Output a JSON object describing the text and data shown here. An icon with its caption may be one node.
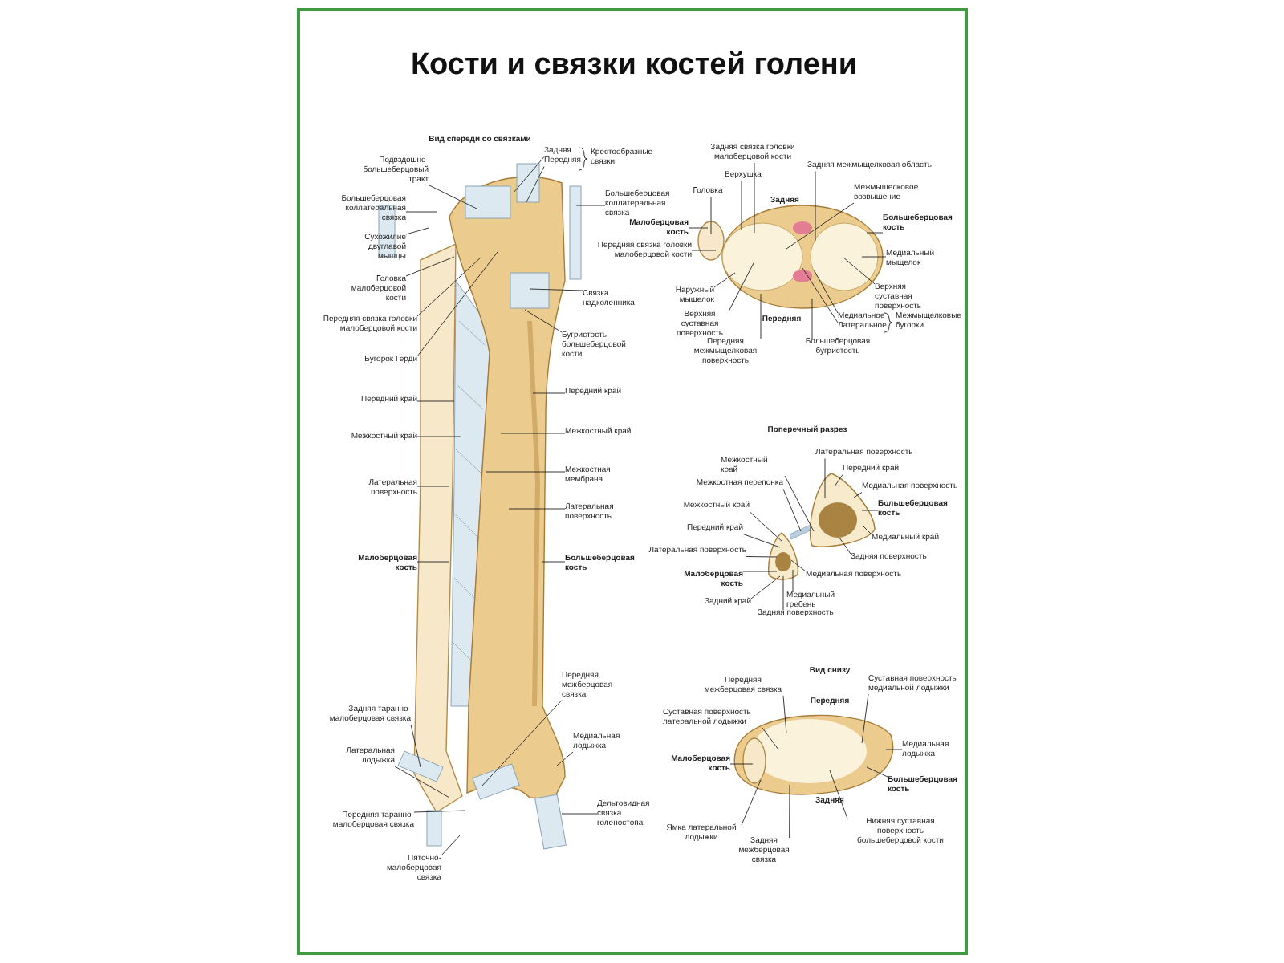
{
  "diagram": {
    "title": "Кости и связки костей голени",
    "nodes": [
      {
        "text": [
          "Подвздошно-большеберцовый тракт"
        ]
      },
      {
        "text": [
          "Большеберцовая коллатеральная связка"
        ]
      },
      {
        "text": [
          "Сухожилие двуглавой мышцы"
        ]
      },
      {
        "text": [
          "Головка малоберцовой кости"
        ]
      },
      {
        "text": [
          "Передняя связка головки малоберцовой кости"
        ]
      },
      {
        "text": [
          "Бугорок Герди"
        ]
      },
      {
        "text": [
          "Передний край"
        ]
      },
      {
        "text": [
          "Межкостный край"
        ]
      },
      {
        "text": [
          "Латеральная поверхность"
        ]
      },
      {
        "text": [
          "Малоберцовая кость"
        ]
      },
      {
        "text": [
          "Задняя таранно-малоберцовая связка"
        ]
      },
      {
        "text": [
          "Латеральная лодыжка"
        ]
      },
      {
        "text": [
          "Передняя таранно-малоберцовая связка"
        ]
      },
      {
        "text": [
          "Пяточно-малоберцовая связка"
        ]
      },
      {
        "text": [
          "Задняя"
        ]
      },
      {
        "text": [
          "Передняя"
        ]
      },
      {
        "text": [
          "Большеберцовая коллатеральная связка"
        ]
      },
      {
        "text": [
          "Связка надколенника"
        ]
      },
      {
        "text": [
          "Бугристость большеберцовой кости"
        ]
      },
      {
        "text": [
          "Передний край"
        ]
      },
      {
        "text": [
          "Межкостный край"
        ]
      },
      {
        "text": [
          "Межкостная мембрана"
        ]
      },
      {
        "text": [
          "Латеральная поверхность"
        ]
      },
      {
        "text": [
          "Большеберцовая кость"
        ]
      },
      {
        "text": [
          "Передняя межберцовая связка"
        ]
      },
      {
        "text": [
          "Медиальная лодыжка"
        ]
      },
      {
        "text": [
          "Дельтовидная связка голеностопа"
        ]
      },
      {
        "text": [
          "Задняя связка головки малоберцовой кости"
        ]
      },
      {
        "text": [
          "Верхушка"
        ]
      },
      {
        "text": [
          "Задняя межмыщелковая область"
        ]
      },
      {
        "text": [
          "Головка"
        ]
      },
      {
        "text": [
          "Межмыщелковое возвышение"
        ]
      },
      {
        "text": [
          "Малоберцовая кость"
        ]
      },
      {
        "text": [
          "Большеберцовая кость"
        ]
      },
      {
        "text": [
          "Передняя связка головки малоберцовой кости"
        ]
      },
      {
        "text": [
          "Медиальный мыщелок"
        ]
      },
      {
        "text": [
          "Наружный мыщелок"
        ]
      },
      {
        "text": [
          "Верхняя суставная поверхность"
        ]
      },
      {
        "text": [
          "Верхняя суставная поверхность"
        ]
      },
      {
        "text": [
          "Медиальное"
        ]
      },
      {
        "text": [
          "Латеральное"
        ]
      },
      {
        "text": [
          "Передняя межмыщелковая поверхность"
        ]
      },
      {
        "text": [
          "Большеберцовая бугристость"
        ]
      },
      {
        "text": [
          "Латеральная поверхность"
        ]
      },
      {
        "text": [
          "Межкостный край"
        ]
      },
      {
        "text": [
          "Передний край"
        ]
      },
      {
        "text": [
          "Межкостная перепонка"
        ]
      },
      {
        "text": [
          "Медиальная поверхность"
        ]
      },
      {
        "text": [
          "Межкостный край"
        ]
      },
      {
        "text": [
          "Большеберцовая кость"
        ]
      },
      {
        "text": [
          "Передний край"
        ]
      },
      {
        "text": [
          "Медиальный край"
        ]
      },
      {
        "text": [
          "Латеральная поверхность"
        ]
      },
      {
        "text": [
          "Задняя поверхность"
        ]
      },
      {
        "text": [
          "Малоберцовая кость"
        ]
      },
      {
        "text": [
          "Медиальная поверхность"
        ]
      },
      {
        "text": [
          "Задний край"
        ]
      },
      {
        "text": [
          "Медиальный гребень"
        ]
      },
      {
        "text": [
          "Задняя поверхность"
        ]
      },
      {
        "text": [
          "Передняя межберцовая связка"
        ]
      },
      {
        "text": [
          "Суставная поверхность медиальной лодыжки"
        ]
      },
      {
        "text": [
          "Суставная поверхность латеральной лодыжки"
        ]
      },
      {
        "text": [
          "Медиальная лодыжка"
        ]
      },
      {
        "text": [
          "Малоберцовая кость"
        ]
      },
      {
        "text": [
          "Большеберцовая кость"
        ]
      },
      {
        "text": [
          "Ямка латеральной лодыжки"
        ]
      },
      {
        "text": [
          "Нижняя суставная поверхность большеберцовой кости"
        ]
      },
      {
        "text": [
          "Задняя межберцовая связка"
        ]
      },
      {
        "text": [],
        "shape": "box"
      },
      {
        "text": [],
        "shape": "circle"
      },
      {
        "text": [],
        "shape": "picture",
        "beside": [
          "Задняя",
          "Передняя"
        ]
      },
      {
        "text": [],
        "shape": "picture"
      },
      {
        "text": [],
        "shape": "picture"
      },
      {
        "text": [],
        "shape": "circle",
        "in": 75
      },
      {
        "text": [],
        "shape": "bar"
      },
      {
        "text": [],
        "shape": "picture",
        "beside": [
          "Передняя",
          "Задняя"
        ]
      }
    ],
    "edges": [
      {
        "from": 0,
        "to": null,
        "arrow": "none"
      },
      {
        "from": 1,
        "to": null,
        "arrow": "none"
      },
      {
        "from": 2,
        "to": null,
        "arrow": "none"
      },
      {
        "from": 3,
        "to": null,
        "arrow": "none"
      },
      {
        "from": 4,
        "to": null,
        "arrow": "none"
      },
      {
        "from": 5,
        "to": null,
        "arrow": "none"
      },
      {
        "from": 6,
        "to": null,
        "arrow": "none"
      },
      {
        "from": 7,
        "to": null,
        "arrow": "none"
      },
      {
        "from": 8,
        "to": null,
        "arrow": "none"
      },
      {
        "from": 9,
        "to": null,
        "arrow": "none"
      },
      {
        "from": 10,
        "to": 68,
        "arrow": "none"
      },
      {
        "from": 11,
        "to": null,
        "arrow": "none"
      },
      {
        "from": 12,
        "to": null,
        "arrow": "none"
      },
      {
        "from": 13,
        "to": null,
        "arrow": "none"
      },
      {
        "from": 14,
        "to": null,
        "arrow": "none"
      },
      {
        "from": 15,
        "to": null,
        "arrow": "none"
      },
      {
        "from": 16,
        "to": null,
        "arrow": "none"
      },
      {
        "from": 17,
        "to": null,
        "arrow": "none"
      },
      {
        "from": 18,
        "to": null,
        "arrow": "none"
      },
      {
        "from": 19,
        "to": null,
        "arrow": "none"
      },
      {
        "from": 20,
        "to": null,
        "arrow": "none"
      },
      {
        "from": 21,
        "to": null,
        "arrow": "none"
      },
      {
        "from": 22,
        "to": null,
        "arrow": "none"
      },
      {
        "from": 23,
        "to": null,
        "arrow": "none"
      },
      {
        "from": 24,
        "to": null,
        "arrow": "none"
      },
      {
        "from": 25,
        "to": null,
        "arrow": "none"
      },
      {
        "from": 26,
        "to": null,
        "arrow": "none"
      },
      {
        "from": 27,
        "to": 70,
        "arrow": "none"
      },
      {
        "from": 28,
        "to": 70,
        "arrow": "none"
      },
      {
        "from": 29,
        "to": 70,
        "arrow": "none"
      },
      {
        "from": 30,
        "to": 69,
        "arrow": "none"
      },
      {
        "from": 31,
        "to": 70,
        "arrow": "none"
      },
      {
        "from": 32,
        "to": 69,
        "arrow": "none"
      },
      {
        "from": 33,
        "to": 70,
        "arrow": "none"
      },
      {
        "from": 34,
        "to": 69,
        "arrow": "none"
      },
      {
        "from": 35,
        "to": 70,
        "arrow": "none"
      },
      {
        "from": 36,
        "to": 70,
        "arrow": "none"
      },
      {
        "from": 37,
        "to": 70,
        "arrow": "none"
      },
      {
        "from": 38,
        "to": 70,
        "arrow": "none"
      },
      {
        "from": 39,
        "to": 70,
        "arrow": "none"
      },
      {
        "from": 40,
        "to": 70,
        "arrow": "none"
      },
      {
        "from": 41,
        "to": 70,
        "arrow": "none"
      },
      {
        "from": 42,
        "to": 70,
        "arrow": "none"
      },
      {
        "from": 43,
        "to": 71,
        "arrow": "none"
      },
      {
        "from": 44,
        "to": 71,
        "arrow": "none"
      },
      {
        "from": 45,
        "to": 71,
        "arrow": "none"
      },
      {
        "from": 46,
        "to": 74,
        "arrow": "none"
      },
      {
        "from": 47,
        "to": 71,
        "arrow": "none"
      },
      {
        "from": 48,
        "to": 72,
        "arrow": "none"
      },
      {
        "from": 49,
        "to": 71,
        "arrow": "none"
      },
      {
        "from": 50,
        "to": 72,
        "arrow": "none"
      },
      {
        "from": 51,
        "to": 71,
        "arrow": "none"
      },
      {
        "from": 52,
        "to": 72,
        "arrow": "none"
      },
      {
        "from": 53,
        "to": 71,
        "arrow": "none"
      },
      {
        "from": 54,
        "to": 72,
        "arrow": "none"
      },
      {
        "from": 55,
        "to": 72,
        "arrow": "none"
      },
      {
        "from": 56,
        "to": 72,
        "arrow": "none"
      },
      {
        "from": 57,
        "to": 72,
        "arrow": "none"
      },
      {
        "from": 58,
        "to": 72,
        "arrow": "none"
      },
      {
        "from": 59,
        "to": 75,
        "arrow": "none"
      },
      {
        "from": 60,
        "to": 75,
        "arrow": "none"
      },
      {
        "from": 61,
        "to": 75,
        "arrow": "none"
      },
      {
        "from": 62,
        "to": 75,
        "arrow": "none"
      },
      {
        "from": 63,
        "to": 73,
        "arrow": "none"
      },
      {
        "from": 64,
        "to": 75,
        "arrow": "none"
      },
      {
        "from": 65,
        "to": 73,
        "arrow": "none"
      },
      {
        "from": 66,
        "to": 75,
        "arrow": "none"
      },
      {
        "from": 67,
        "to": 75,
        "arrow": "none"
      }
    ],
    "labels": [
      "Вид спереди со связками",
      "Крестообразные связки",
      "Межмыщелковые бугорки",
      "Поперечный разрез",
      "Вид снизу"
    ]
  }
}
